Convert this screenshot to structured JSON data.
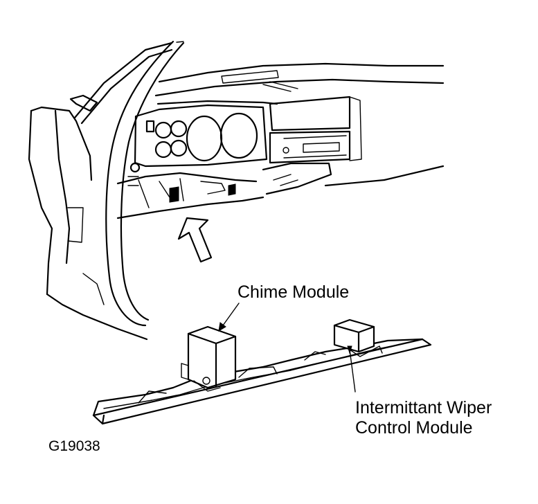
{
  "labels": {
    "chime_module": "Chime Module",
    "wiper_module_line1": "Intermittant Wiper",
    "wiper_module_line2": "Control Module"
  },
  "figure_id": "G19038",
  "colors": {
    "ink": "#000000",
    "paper": "#ffffff"
  }
}
